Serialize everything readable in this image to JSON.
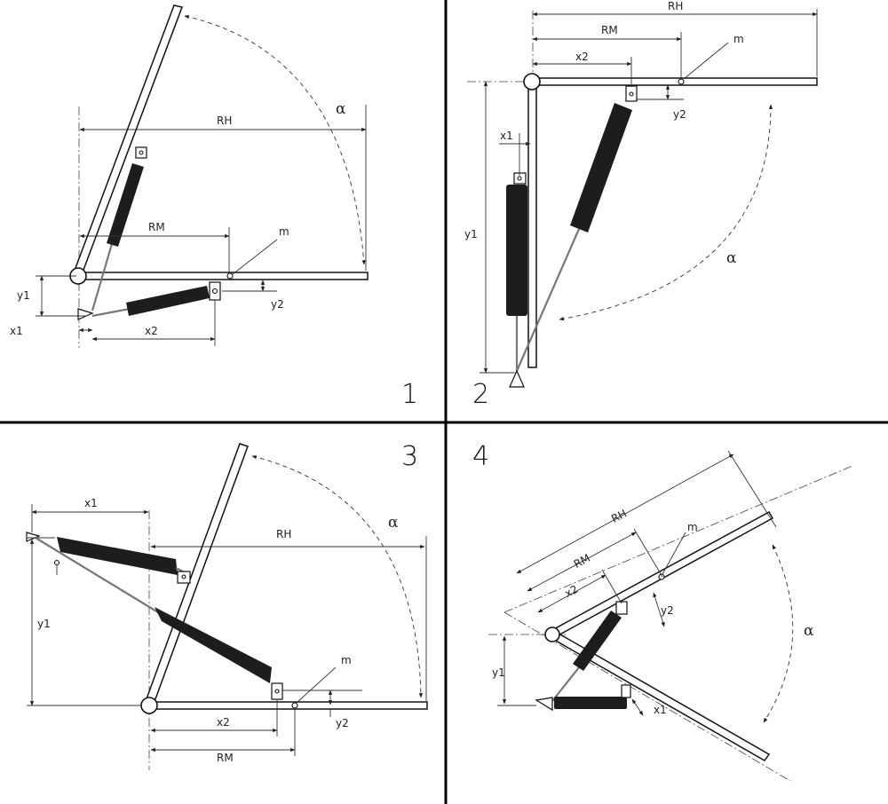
{
  "panels": [
    {
      "number": "1",
      "labels": {
        "RH": "RH",
        "RM": "RM",
        "m": "m",
        "alpha": "α",
        "x1": "x1",
        "x2": "x2",
        "y1": "y1",
        "y2": "y2"
      }
    },
    {
      "number": "2",
      "labels": {
        "RH": "RH",
        "RM": "RM",
        "m": "m",
        "alpha": "α",
        "x1": "x1",
        "x2": "x2",
        "y1": "y1",
        "y2": "y2"
      }
    },
    {
      "number": "3",
      "labels": {
        "RH": "RH",
        "RM": "RM",
        "m": "m",
        "alpha": "α",
        "x1": "x1",
        "x2": "x2",
        "y1": "y1",
        "y2": "y2"
      }
    },
    {
      "number": "4",
      "labels": {
        "RH": "RH",
        "RM": "RM",
        "m": "m",
        "alpha": "α",
        "x1": "x1",
        "x2": "x2",
        "y1": "y1",
        "y2": "y2"
      }
    }
  ]
}
